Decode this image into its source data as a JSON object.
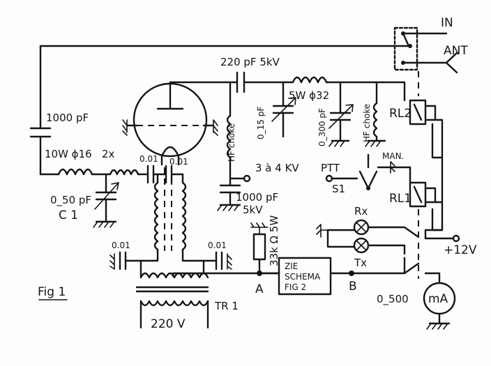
{
  "diagram": {
    "labels": {
      "io_in": "IN",
      "io_ant": "ANT",
      "cap_1000pf_left": "1000 pF",
      "cap_220pf": "220 pF 5kV",
      "coil_5w": "5W ϕ32",
      "choke_1": "HF choke",
      "trimmer_15": "0_15 pF",
      "trimmer_300": "0_300 pF",
      "choke_2": "HF choke",
      "relay_2": "RL2",
      "coil_10w": "10W ϕ16",
      "times_2": "2x",
      "cap_001_a": "0.01",
      "cap_001_b": "0.01",
      "hv_supply": "3 à 4 KV",
      "cap_1000pf_5kv": "1000 pF",
      "cap_1000pf_5kv_rating": "5kV",
      "ptt": "PTT",
      "s1": "S1",
      "man": "MAN.",
      "relay_1": "RL1",
      "trimmer_50": "0_50 pF",
      "trimmer_50_name": "C 1",
      "cap_001_left": "0.01",
      "cap_001_right": "0.01",
      "resistor": "33k Ω 5W",
      "lamp_rx": "Rx",
      "lamp_tx": "Tx",
      "supply_12v": "+12V",
      "box_line1": "ZIE",
      "box_line2": "SCHEMA",
      "box_line3": "FIG 2",
      "node_a": "A",
      "node_b": "B",
      "meter_range": "0_500",
      "meter_unit": "mA",
      "figure": "Fig 1",
      "transformer": "TR 1",
      "mains": "220 V"
    }
  }
}
